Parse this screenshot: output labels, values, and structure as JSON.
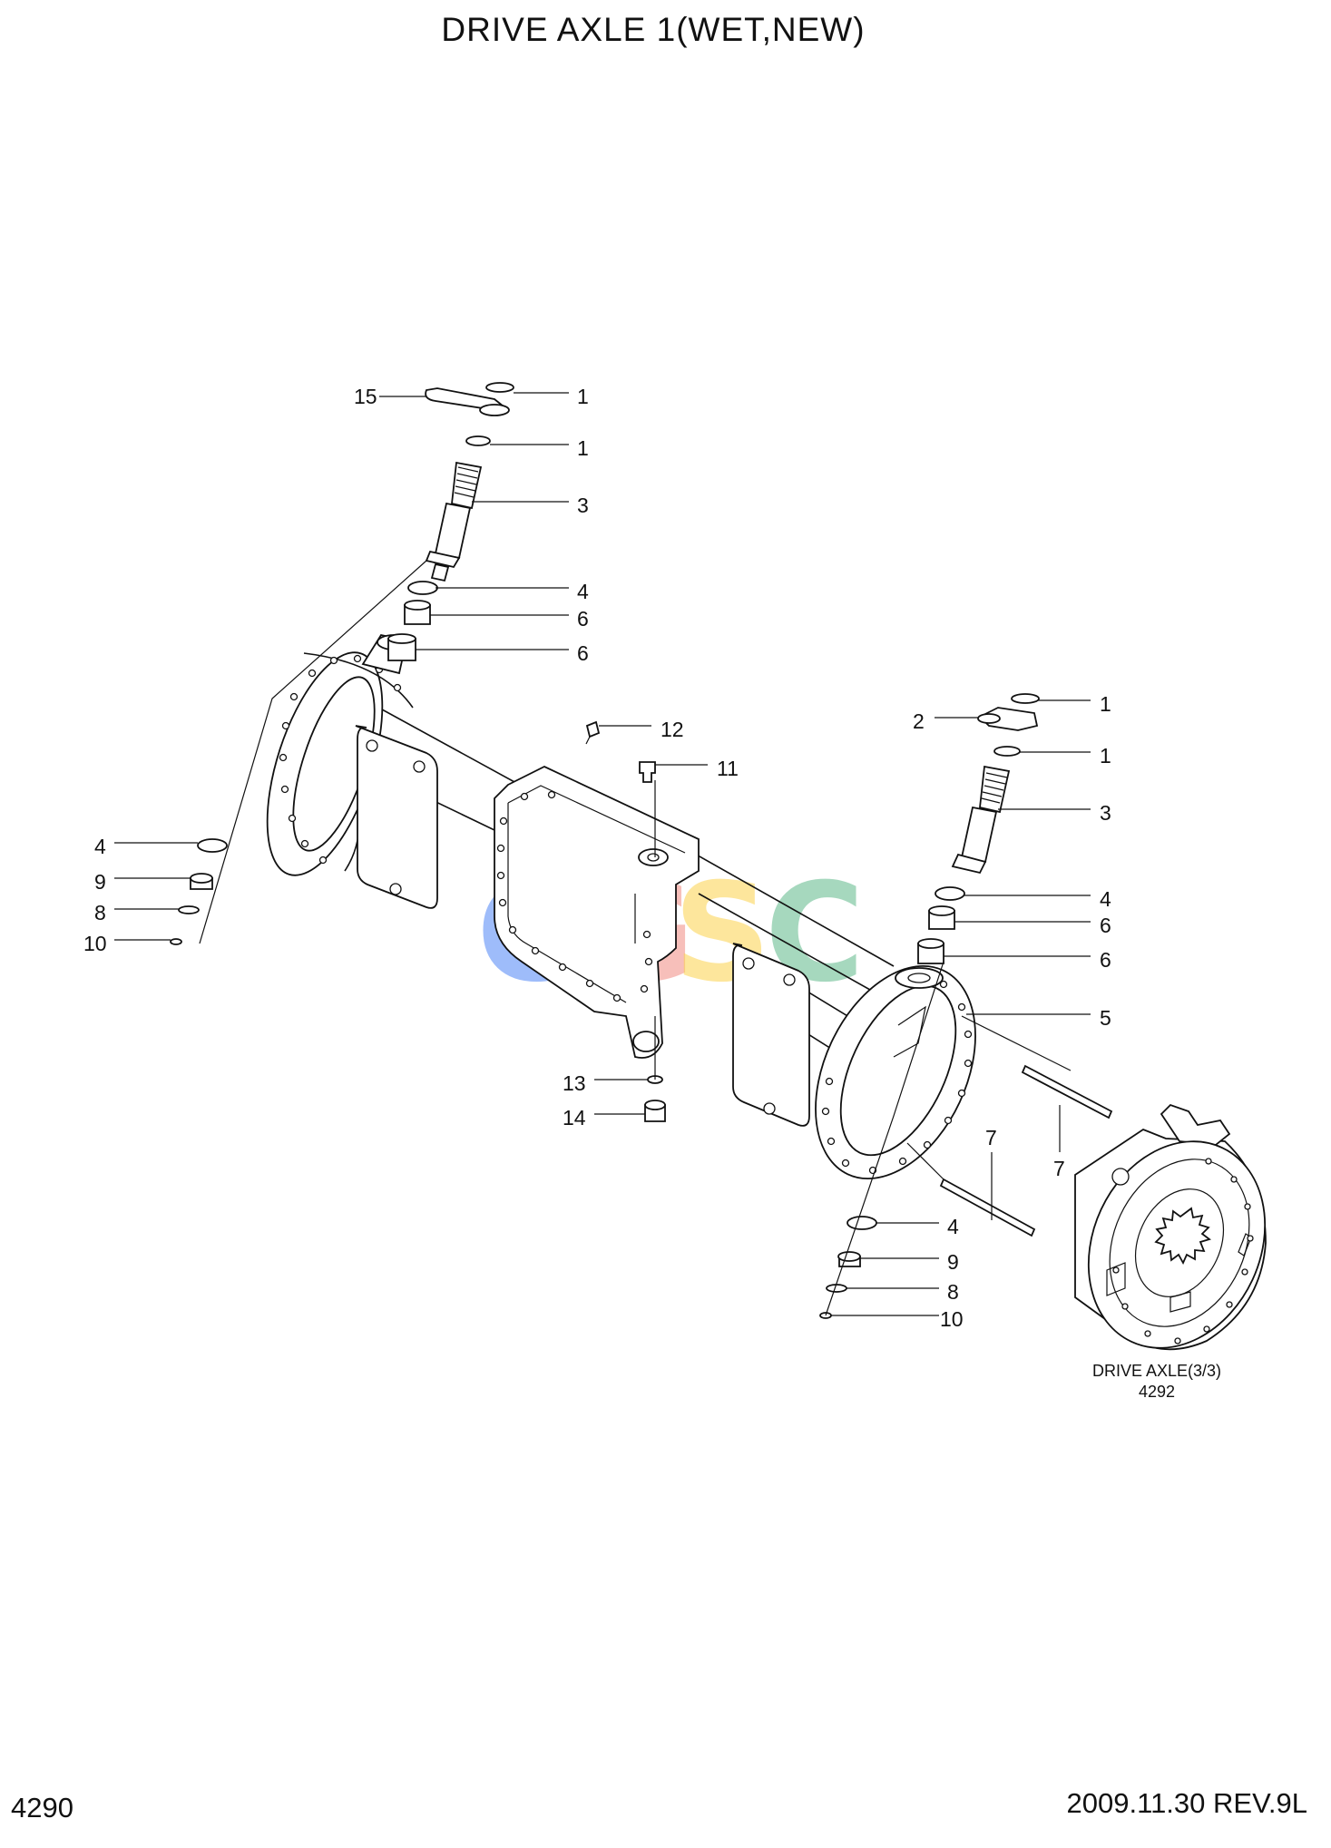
{
  "title": "DRIVE AXLE 1(WET,NEW)",
  "page_number": "4290",
  "revision": "2009.11.30  REV.9L",
  "watermark": {
    "letters": [
      "C",
      "G",
      "S",
      "C"
    ],
    "colors": [
      "#4f86f7",
      "#f28b82",
      "#fcd34d",
      "#5fb98a"
    ]
  },
  "reference": {
    "label": "DRIVE AXLE(3/3)",
    "page": "4292"
  },
  "callouts": [
    {
      "label": "15"
    },
    {
      "label": "1"
    },
    {
      "label": "1"
    },
    {
      "label": "3"
    },
    {
      "label": "4"
    },
    {
      "label": "6"
    },
    {
      "label": "6"
    },
    {
      "label": "12"
    },
    {
      "label": "11"
    },
    {
      "label": "4"
    },
    {
      "label": "9"
    },
    {
      "label": "8"
    },
    {
      "label": "10"
    },
    {
      "label": "1"
    },
    {
      "label": "2"
    },
    {
      "label": "1"
    },
    {
      "label": "3"
    },
    {
      "label": "4"
    },
    {
      "label": "6"
    },
    {
      "label": "6"
    },
    {
      "label": "5"
    },
    {
      "label": "13"
    },
    {
      "label": "14"
    },
    {
      "label": "7"
    },
    {
      "label": "7"
    },
    {
      "label": "4"
    },
    {
      "label": "9"
    },
    {
      "label": "8"
    },
    {
      "label": "10"
    }
  ]
}
